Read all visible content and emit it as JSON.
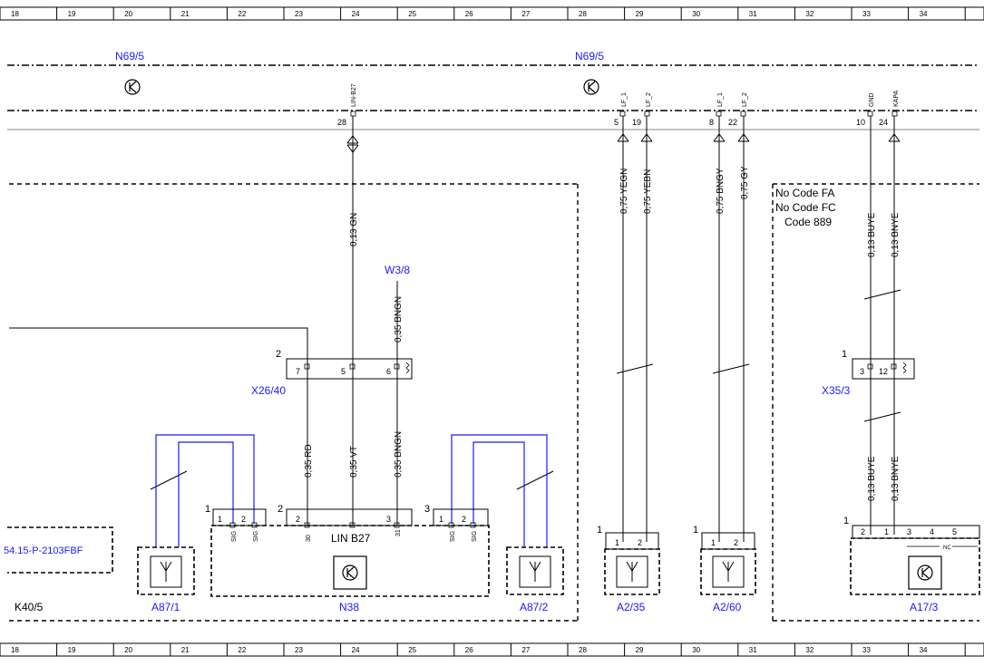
{
  "ruler": {
    "top": [
      "18",
      "19",
      "20",
      "21",
      "22",
      "23",
      "24",
      "25",
      "26",
      "27",
      "28",
      "29",
      "30",
      "31",
      "32",
      "33",
      "34"
    ],
    "bottom": [
      "18",
      "19",
      "20",
      "21",
      "22",
      "23",
      "24",
      "25",
      "26",
      "27",
      "28",
      "29",
      "30",
      "31",
      "32",
      "33",
      "34"
    ]
  },
  "modules": {
    "n69_left": "N69/5",
    "n69_right": "N69/5"
  },
  "top_pins": {
    "lin_b27": {
      "name": "LIN-B27",
      "num": "28"
    },
    "lf1_a": {
      "name": "LF_1",
      "num": "5"
    },
    "lf2_a": {
      "name": "LF_2",
      "num": "19"
    },
    "lf1_b": {
      "name": "LF_1",
      "num": "8"
    },
    "lf2_b": {
      "name": "LF_2",
      "num": "22"
    },
    "gnd": {
      "name": "GND",
      "num": "10"
    },
    "kapa": {
      "name": "KAPA",
      "num": "24"
    }
  },
  "wires": {
    "gn": "0,13 GN",
    "bngn_top": "0,35 BNGN",
    "rd": "0,35 RD",
    "vt": "0,35 VT",
    "bngn_bot": "0,35 BNGN",
    "yegn": "0,75 YEGN",
    "yebn": "0,75 YEBN",
    "bngy": "0,75 BNGY",
    "gy": "0,75 GY",
    "buye_top": "0,13 BUYE",
    "bnye_top": "0,13 BNYE",
    "buye_bot": "0,13 BUYE",
    "bnye_bot": "0,13 BNYE"
  },
  "connectors": {
    "x26_40": {
      "label": "X26/40",
      "num": "2",
      "pins": [
        "7",
        "5",
        "6"
      ]
    },
    "w3_8": "W3/8",
    "x35_3": {
      "label": "X35/3",
      "num": "1",
      "pins": [
        "3",
        "12"
      ]
    },
    "n38_conn1": {
      "num": "1",
      "pins": [
        "1",
        "2"
      ],
      "sig": [
        "SIG",
        "SIG"
      ]
    },
    "n38_conn2": {
      "num": "2",
      "pins": [
        "2",
        "30",
        "3",
        "31"
      ]
    },
    "n38_conn3": {
      "num": "3",
      "pins": [
        "1",
        "2"
      ],
      "sig": [
        "SIG",
        "SIG"
      ]
    },
    "a2_35_conn": {
      "num": "1",
      "pins": [
        "1",
        "2"
      ]
    },
    "a2_60_conn": {
      "num": "1",
      "pins": [
        "1",
        "2"
      ]
    },
    "a17_3_conn": {
      "num": "1",
      "pins": [
        "2",
        "1",
        "3",
        "4",
        "5"
      ],
      "nc": "NC"
    }
  },
  "components": {
    "n38": "N38",
    "lin_b27": "LIN B27",
    "a87_1": "A87/1",
    "a87_2": "A87/2",
    "a2_35": "A2/35",
    "a2_60": "A2/60",
    "a17_3": "A17/3",
    "k40_5": "K40/5",
    "ref": "54.15-P-2103FBF"
  },
  "notes": {
    "line1": "No Code FA",
    "line2": "No Code FC",
    "line3": "Code 889"
  }
}
